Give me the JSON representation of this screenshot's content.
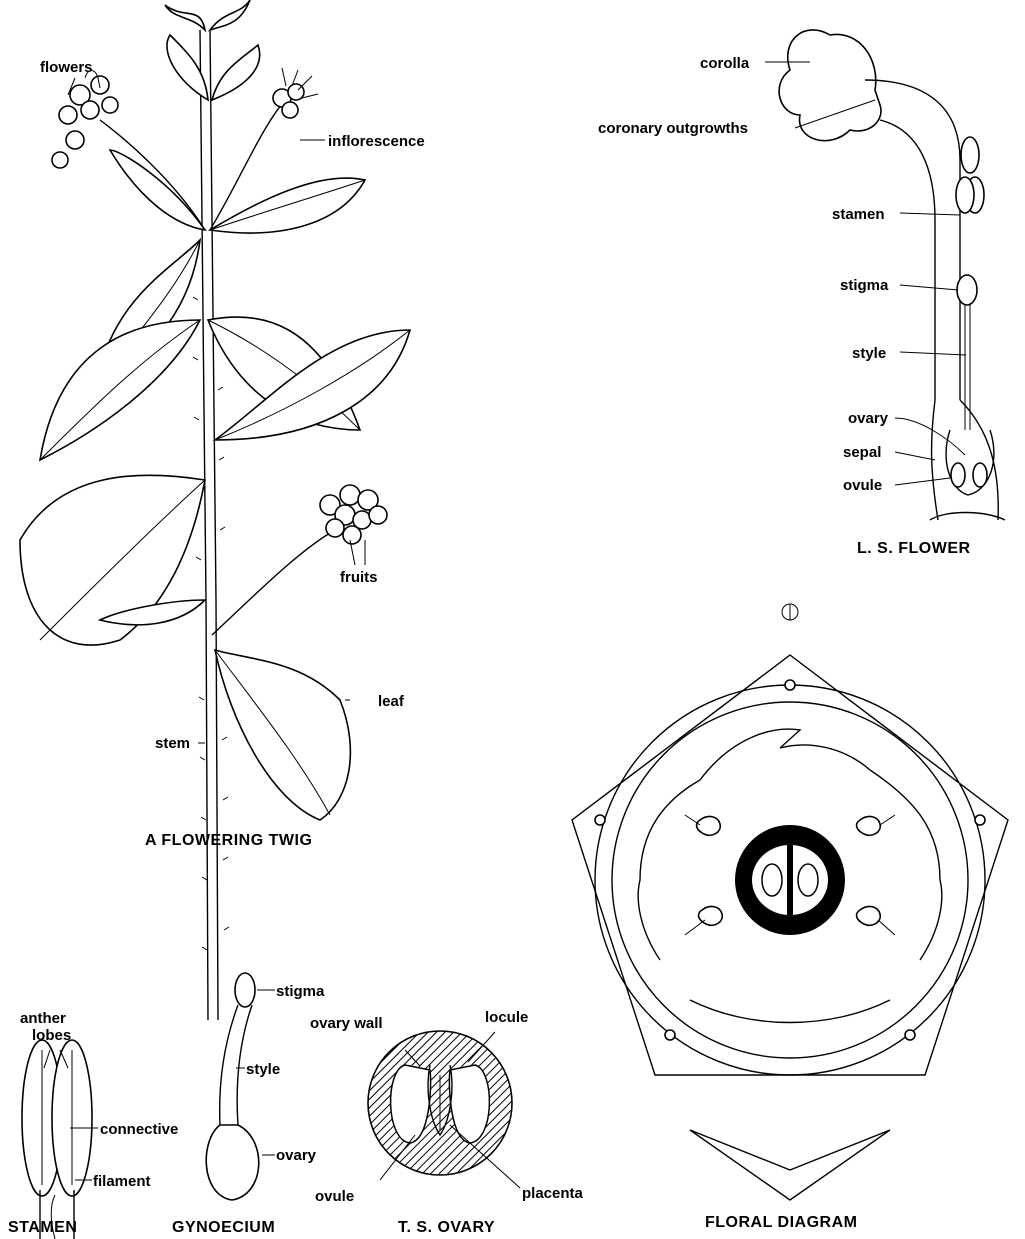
{
  "twig": {
    "caption": "A FLOWERING TWIG",
    "labels": {
      "flowers": "flowers",
      "inflorescence": "inflorescence",
      "fruits": "fruits",
      "leaf": "leaf",
      "stem": "stem"
    }
  },
  "ls_flower": {
    "caption": "L. S. FLOWER",
    "labels": {
      "corolla": "corolla",
      "coronary": "coronary outgrowths",
      "stamen": "stamen",
      "stigma": "stigma",
      "style": "style",
      "ovary": "ovary",
      "sepal": "sepal",
      "ovule": "ovule"
    }
  },
  "floral_diagram": {
    "caption": "FLORAL DIAGRAM"
  },
  "stamen": {
    "caption": "STAMEN",
    "labels": {
      "anther": "anther",
      "lobes": "lobes",
      "connective": "connective",
      "filament": "filament"
    }
  },
  "gynoecium": {
    "caption": "GYNOECIUM",
    "labels": {
      "stigma": "stigma",
      "style": "style",
      "ovary": "ovary"
    }
  },
  "ts_ovary": {
    "caption": "T. S. OVARY",
    "labels": {
      "ovary_wall": "ovary wall",
      "locule": "locule",
      "ovule": "ovule",
      "placenta": "placenta"
    }
  }
}
